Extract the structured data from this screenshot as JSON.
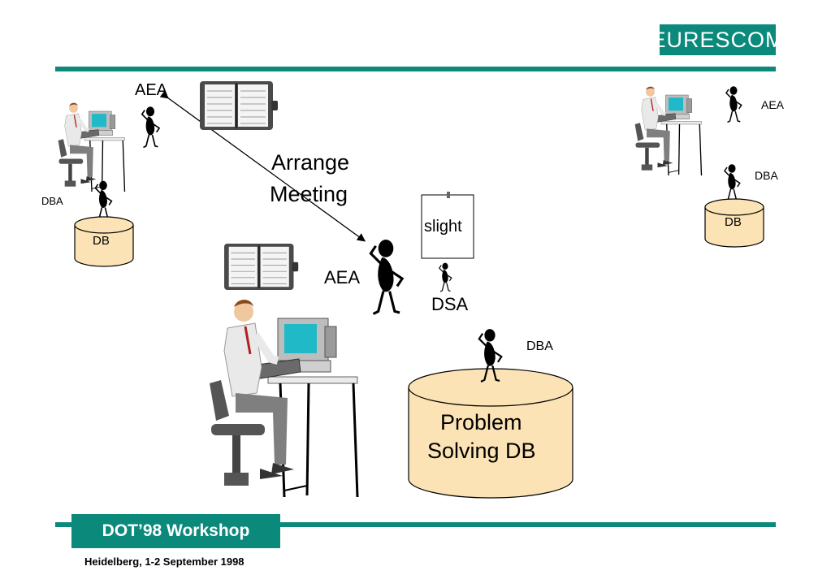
{
  "header": {
    "logo_text": "EURESCOM"
  },
  "diagram": {
    "left_agent_label": "AEA",
    "left_db_agent_label": "DBA",
    "left_db_label": "DB",
    "arrow_label_line1": "Arrange",
    "arrow_label_line2": "Meeting",
    "center_agent_label": "AEA",
    "sign_text": "slight",
    "dsa_label": "DSA",
    "center_db_agent_label": "DBA",
    "center_db_line1": "Problem",
    "center_db_line2": "Solving DB",
    "right_agent_label": "AEA",
    "right_db_agent_label": "DBA",
    "right_db_label": "DB"
  },
  "footer": {
    "workshop_label": "DOT’98 Workshop",
    "venue_date": "Heidelberg, 1-2 September 1998"
  },
  "colors": {
    "accent": "#0b8a7c",
    "db_fill": "#fbe3b5"
  }
}
